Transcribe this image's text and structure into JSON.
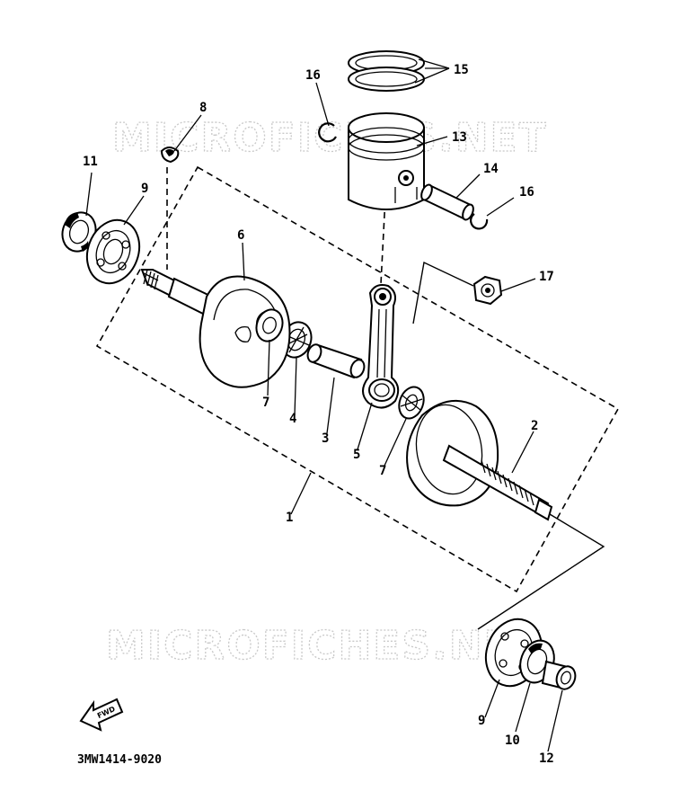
{
  "watermark": "MICROFICHES.NET",
  "fwd_label": "FWD",
  "diagram_code": "3MW1414-9020",
  "callouts": {
    "c1": "1",
    "c2": "2",
    "c3": "3",
    "c4": "4",
    "c5": "5",
    "c6": "6",
    "c7a": "7",
    "c7b": "7",
    "c8": "8",
    "c9a": "9",
    "c9b": "9",
    "c10": "10",
    "c11": "11",
    "c12": "12",
    "c13": "13",
    "c14": "14",
    "c15": "15",
    "c16a": "16",
    "c16b": "16",
    "c17": "17"
  }
}
